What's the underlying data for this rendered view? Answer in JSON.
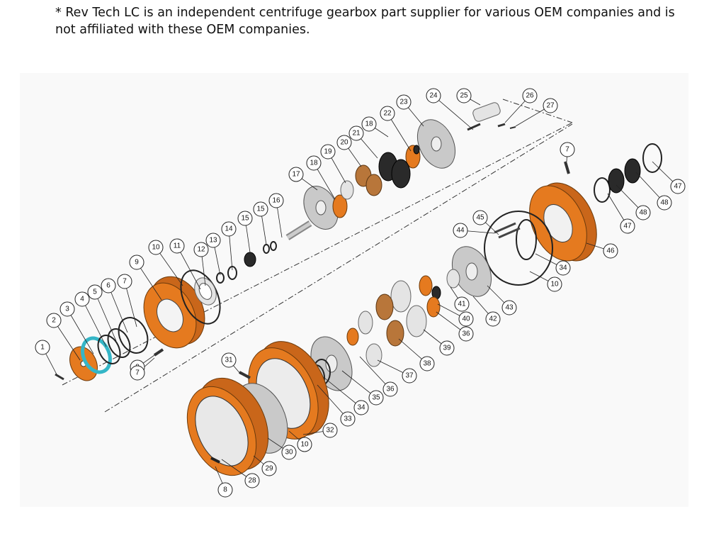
{
  "disclaimer": "* Rev Tech LC is an independent centrifuge gearbox part supplier for various OEM companies and is not affiliated with these OEM companies.",
  "colors": {
    "housing": "#e57a1f",
    "steel": "#c9c9c9",
    "bronze": "#b8763a",
    "seal": "#35b6c7"
  },
  "part_labels": [
    "1",
    "2",
    "3",
    "4",
    "5",
    "6",
    "7",
    "8",
    "9",
    "10",
    "11",
    "12",
    "13",
    "14",
    "15",
    "15",
    "16",
    "17",
    "18",
    "18",
    "19",
    "20",
    "21",
    "22",
    "23",
    "24",
    "25",
    "26",
    "27",
    "7",
    "47",
    "47",
    "48",
    "48",
    "46",
    "45",
    "44",
    "34",
    "10",
    "43",
    "41",
    "42",
    "40",
    "36",
    "39",
    "38",
    "37",
    "36",
    "35",
    "34",
    "33",
    "32",
    "31",
    "7",
    "10",
    "30",
    "29",
    "28",
    "8"
  ]
}
